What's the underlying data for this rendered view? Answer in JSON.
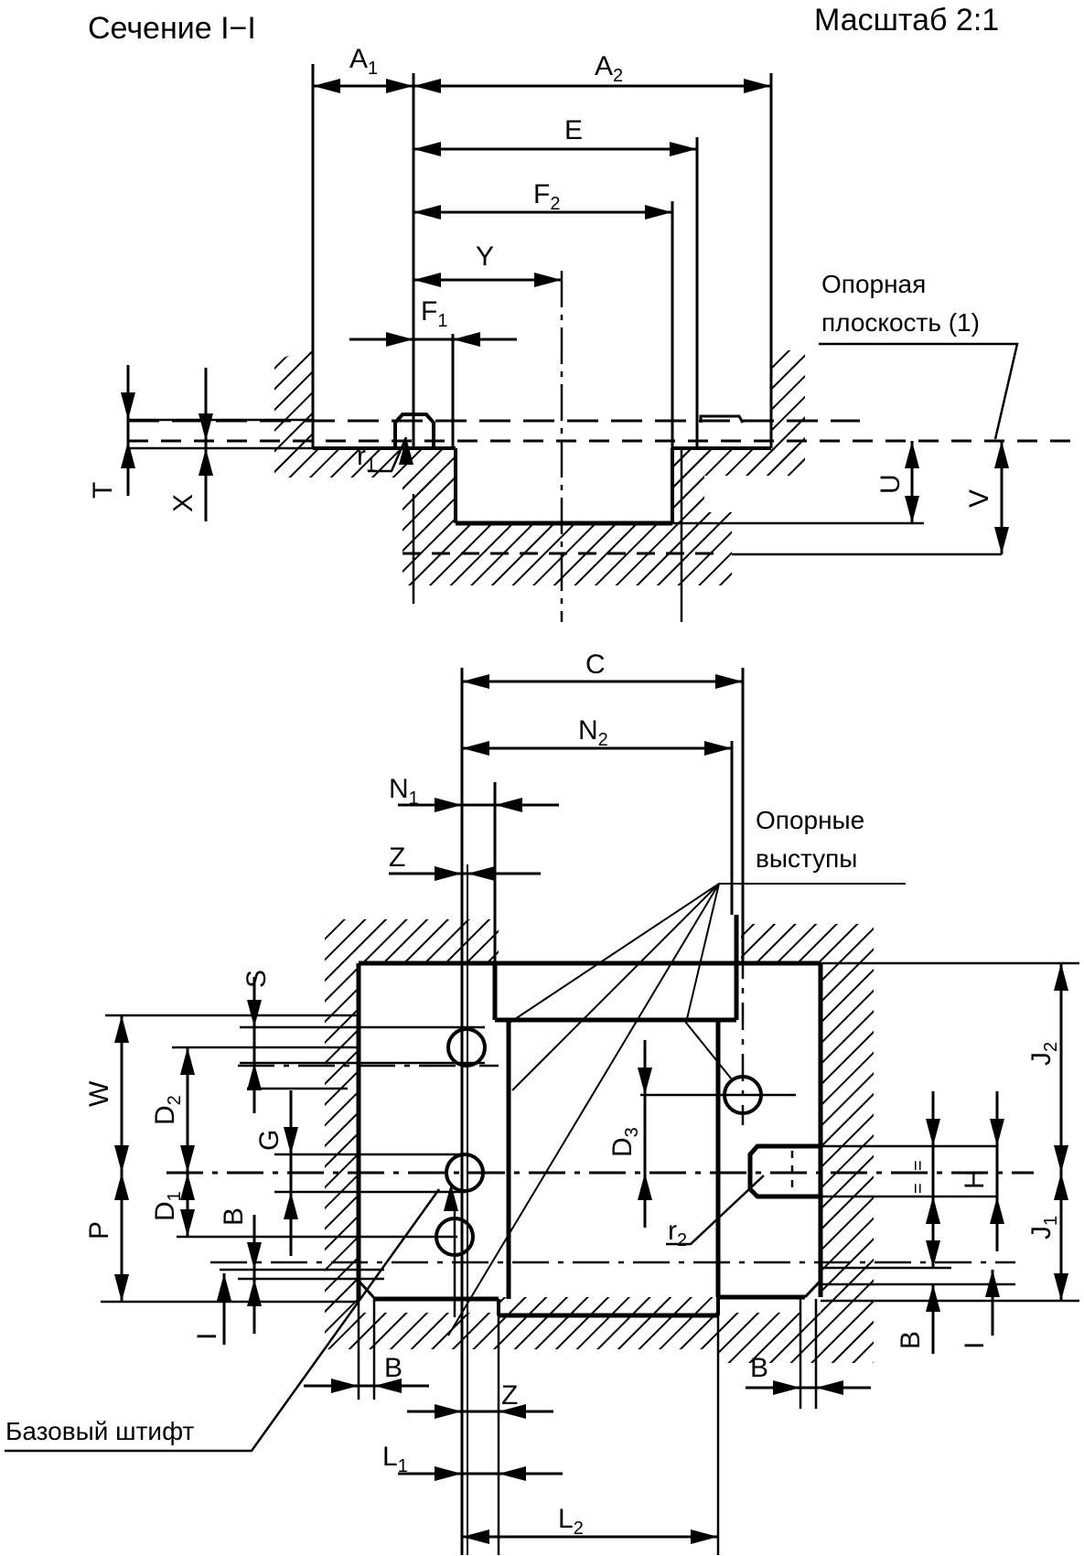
{
  "header": {
    "section_title": "Сечение I−I",
    "scale": "Масштаб 2:1"
  },
  "section_view": {
    "dimensions": {
      "A1": {
        "letter": "A",
        "sub": "1"
      },
      "A2": {
        "letter": "A",
        "sub": "2"
      },
      "E": {
        "letter": "E",
        "sub": ""
      },
      "F2": {
        "letter": "F",
        "sub": "2"
      },
      "Y": {
        "letter": "Y",
        "sub": ""
      },
      "F1": {
        "letter": "F",
        "sub": "1"
      },
      "T": {
        "letter": "T",
        "sub": ""
      },
      "X": {
        "letter": "X",
        "sub": ""
      },
      "U": {
        "letter": "U",
        "sub": ""
      },
      "V": {
        "letter": "V",
        "sub": ""
      },
      "r1": {
        "letter": "r",
        "sub": "1"
      }
    },
    "reference_plane_note": [
      "Опорная",
      "плоскость (1)"
    ]
  },
  "plan_view": {
    "dimensions": {
      "C": {
        "letter": "C",
        "sub": ""
      },
      "N2": {
        "letter": "N",
        "sub": "2"
      },
      "N1": {
        "letter": "N",
        "sub": "1"
      },
      "Z_top": {
        "letter": "Z",
        "sub": ""
      },
      "S": {
        "letter": "S",
        "sub": ""
      },
      "W": {
        "letter": "W",
        "sub": ""
      },
      "D2": {
        "letter": "D",
        "sub": "2"
      },
      "G": {
        "letter": "G",
        "sub": ""
      },
      "D1": {
        "letter": "D",
        "sub": "1"
      },
      "B_left": {
        "letter": "B",
        "sub": ""
      },
      "P": {
        "letter": "P",
        "sub": ""
      },
      "I_left": {
        "letter": "I",
        "sub": ""
      },
      "D3": {
        "letter": "D",
        "sub": "3"
      },
      "r2": {
        "letter": "r",
        "sub": "2"
      },
      "H": {
        "letter": "H",
        "sub": ""
      },
      "J2": {
        "letter": "J",
        "sub": "2"
      },
      "J1": {
        "letter": "J",
        "sub": "1"
      },
      "B_right_v": {
        "letter": "B",
        "sub": ""
      },
      "I_right": {
        "letter": "I",
        "sub": ""
      },
      "B_bottom_left": {
        "letter": "B",
        "sub": ""
      },
      "B_bottom_right": {
        "letter": "B",
        "sub": ""
      },
      "Z_bottom": {
        "letter": "Z",
        "sub": ""
      },
      "L1": {
        "letter": "L",
        "sub": "1"
      },
      "L2": {
        "letter": "L",
        "sub": "2"
      }
    },
    "support_bosses_note": [
      "Опорные",
      "выступы"
    ],
    "locating_pin_note": "Базовый штифт"
  }
}
